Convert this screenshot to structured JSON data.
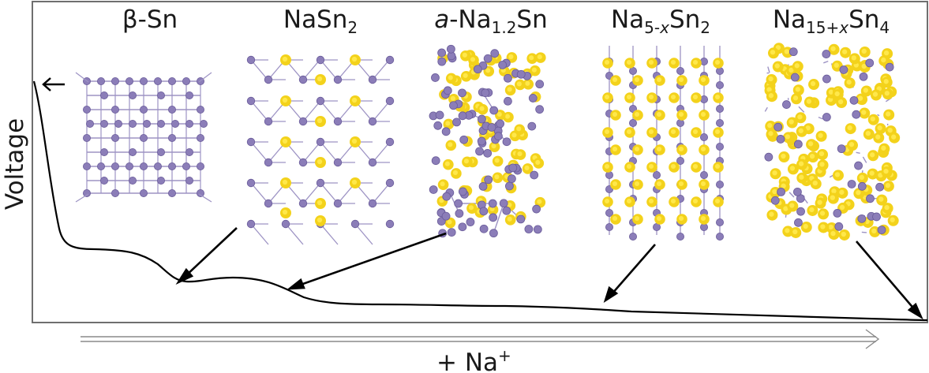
{
  "colors": {
    "sn_atom": "#8b7db8",
    "sn_atom_edge": "#6a5c9a",
    "bond": "#9d93c4",
    "na_atom": "#f3d21b",
    "na_atom_inner": "#ffe84a",
    "frame": "#6f6f6f",
    "curve": "#000000",
    "arrow_axis": "#8a8a8a"
  },
  "axes": {
    "y_label": "Voltage",
    "x_label_plus": "+ Na",
    "x_label_sup": "+"
  },
  "phases": [
    {
      "id": "beta-sn",
      "parts": [
        {
          "t": "β-Sn",
          "style": "normal"
        }
      ]
    },
    {
      "id": "nasn2",
      "parts": [
        {
          "t": "NaSn",
          "style": "normal"
        },
        {
          "t": "2",
          "style": "sub"
        }
      ]
    },
    {
      "id": "a-na12sn",
      "parts": [
        {
          "t": "a",
          "style": "italic"
        },
        {
          "t": "-Na",
          "style": "normal"
        },
        {
          "t": "1.2",
          "style": "sub"
        },
        {
          "t": "Sn",
          "style": "normal"
        }
      ]
    },
    {
      "id": "na5xsn2",
      "parts": [
        {
          "t": "Na",
          "style": "normal"
        },
        {
          "t": "5-",
          "style": "sub"
        },
        {
          "t": "x",
          "style": "subitalic"
        },
        {
          "t": "Sn",
          "style": "normal"
        },
        {
          "t": "2",
          "style": "sub"
        }
      ]
    },
    {
      "id": "na15xsn4",
      "parts": [
        {
          "t": "Na",
          "style": "normal"
        },
        {
          "t": "15+",
          "style": "sub"
        },
        {
          "t": "x",
          "style": "subitalic"
        },
        {
          "t": "Sn",
          "style": "normal"
        },
        {
          "t": "4",
          "style": "sub"
        }
      ]
    }
  ]
}
